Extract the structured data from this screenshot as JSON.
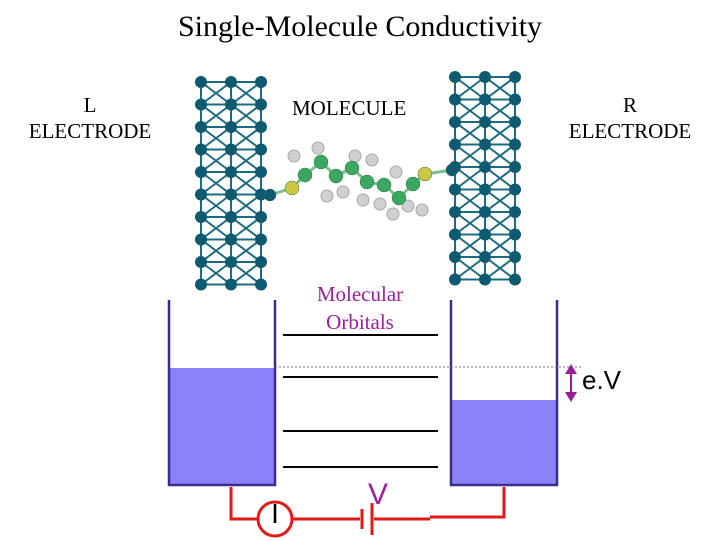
{
  "title": "Single-Molecule Conductivity",
  "left_electrode": {
    "line1": "L",
    "line2": "ELECTRODE"
  },
  "right_electrode": {
    "line1": "R",
    "line2": "ELECTRODE"
  },
  "molecule_label": "MOLECULE",
  "orbitals_label": {
    "line1": "Molecular",
    "line2": "Orbitals"
  },
  "bias_label": "e.V",
  "voltage_label": "V",
  "current_label": "I",
  "colors": {
    "electrode_atom": "#0e5a70",
    "electrode_bond": "#1b6c82",
    "carbon": "#3aa860",
    "hydrogen": "#d0d0d0",
    "sulfur": "#c8c845",
    "fermi_fill": "#8c82f7",
    "well_wall": "#3b2c8f",
    "circuit": "#e11919",
    "accent": "#9b1f9b"
  }
}
